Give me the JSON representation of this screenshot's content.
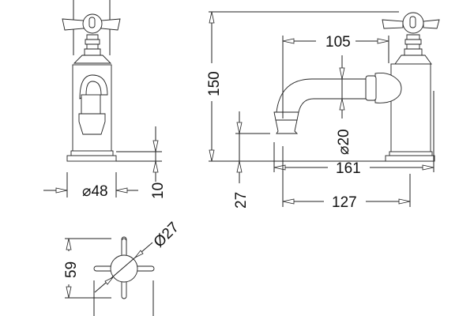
{
  "front_view": {
    "diameter_label": "⌀48",
    "base_height_label": "10"
  },
  "side_view": {
    "height_label": "150",
    "reach_label": "105",
    "spout_diameter_label": "⌀20",
    "total_depth_label": "161",
    "outlet_height_label": "27",
    "spout_depth_label": "127"
  },
  "top_view": {
    "handle_diameter_label": "Ø27",
    "handle_width_label": "59"
  },
  "colors": {
    "line": "#222222",
    "background": "#ffffff"
  }
}
